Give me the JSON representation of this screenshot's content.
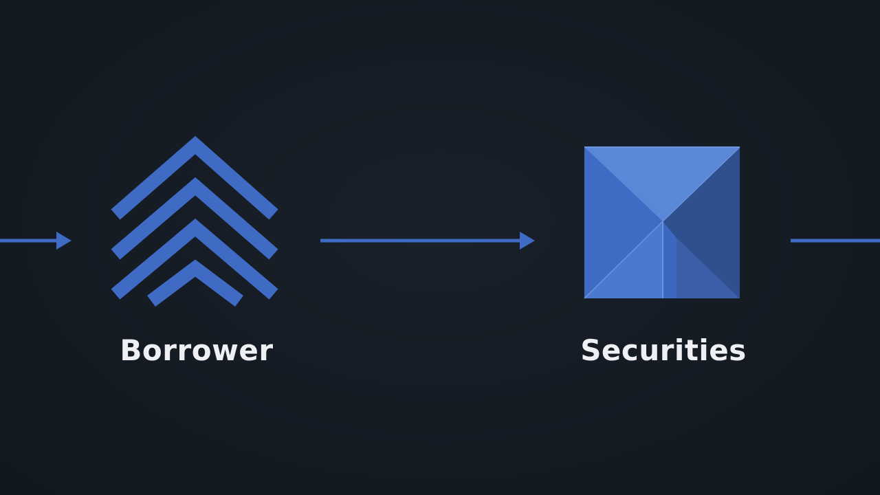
{
  "diagram": {
    "type": "flow",
    "nodes": [
      {
        "id": "borrower",
        "label": "Borrower",
        "icon": "chevron-stack-icon"
      },
      {
        "id": "securities",
        "label": "Securities",
        "icon": "folded-square-icon"
      }
    ],
    "connectors": [
      {
        "from": "",
        "to": "borrower"
      },
      {
        "from": "borrower",
        "to": "securities"
      },
      {
        "from": "securities",
        "to": ""
      }
    ]
  },
  "colors": {
    "background": "#161c24",
    "accent": "#3f6bc4",
    "accent_light": "#5a87d6",
    "accent_dark": "#2e4f8f",
    "label": "#eef0f3"
  }
}
